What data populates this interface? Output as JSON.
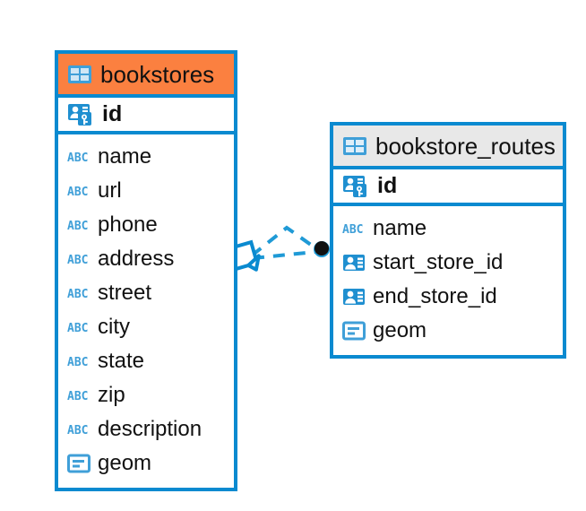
{
  "diagram": {
    "type": "entity-relationship-diagram",
    "background": "#ffffff",
    "accent_blue": "#0a8ad0",
    "header_orange": "#fb8040",
    "header_gray": "#e8e8e8",
    "text_color": "#111111"
  },
  "entities": [
    {
      "id": "bookstores",
      "title": "bookstores",
      "header_color": "#fb8040",
      "header_icon": "table-icon",
      "primary_key": {
        "name": "id",
        "icon": "primary-key-icon"
      },
      "fields": [
        {
          "name": "name",
          "icon": "abc-icon"
        },
        {
          "name": "url",
          "icon": "abc-icon"
        },
        {
          "name": "phone",
          "icon": "abc-icon"
        },
        {
          "name": "address",
          "icon": "abc-icon"
        },
        {
          "name": "street",
          "icon": "abc-icon"
        },
        {
          "name": "city",
          "icon": "abc-icon"
        },
        {
          "name": "state",
          "icon": "abc-icon"
        },
        {
          "name": "zip",
          "icon": "abc-icon"
        },
        {
          "name": "description",
          "icon": "abc-icon"
        },
        {
          "name": "geom",
          "icon": "geometry-icon"
        }
      ]
    },
    {
      "id": "bookstore_routes",
      "title": "bookstore_routes",
      "header_color": "#e8e8e8",
      "header_icon": "table-icon",
      "primary_key": {
        "name": "id",
        "icon": "primary-key-icon"
      },
      "fields": [
        {
          "name": "name",
          "icon": "abc-icon"
        },
        {
          "name": "start_store_id",
          "icon": "foreign-key-icon"
        },
        {
          "name": "end_store_id",
          "icon": "foreign-key-icon"
        },
        {
          "name": "geom",
          "icon": "geometry-icon"
        }
      ]
    }
  ],
  "relationships": [
    {
      "from": "bookstores",
      "to": "bookstore_routes",
      "style": "dashed",
      "color": "#0a8ad0",
      "source_marker": "diamond-crowsfoot-marker",
      "target_marker": "filled-circle-marker",
      "edge_count": 2
    }
  ]
}
